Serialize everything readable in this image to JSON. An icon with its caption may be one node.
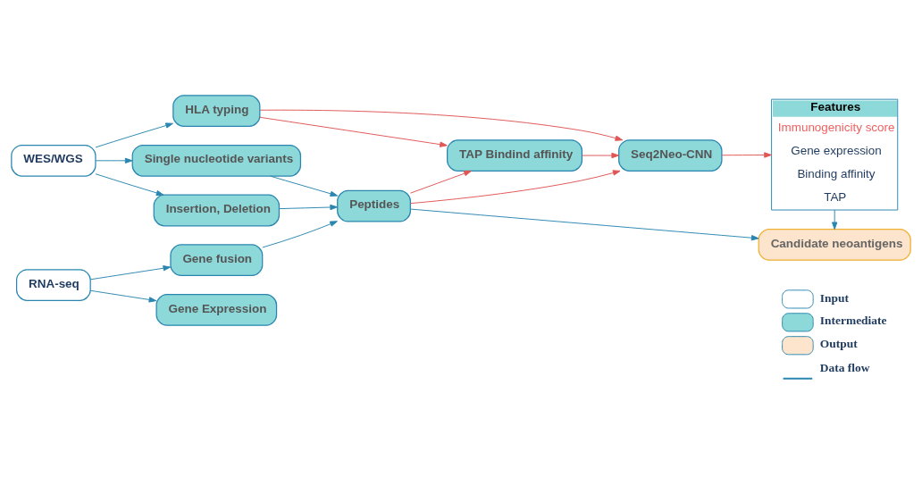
{
  "diagram": {
    "nodes": [
      {
        "text": [
          "WES/WGS"
        ]
      },
      {
        "text": [
          "HLA typing"
        ]
      },
      {
        "text": [
          "Single nucleotide variants"
        ]
      },
      {
        "text": [
          "Insertion, Deletion"
        ]
      },
      {
        "text": [
          "RNA-seq"
        ]
      },
      {
        "text": [
          "Gene fusion"
        ]
      },
      {
        "text": [
          "Gene Expression"
        ]
      },
      {
        "text": [
          "TAP Bindind affinity"
        ]
      },
      {
        "text": [
          "Peptides"
        ]
      },
      {
        "text": [
          "Seq2Neo-CNN"
        ]
      },
      {
        "text": [
          "Features",
          "Immunogenicity score",
          "Gene expression",
          "Binding affinity",
          "TAP"
        ]
      },
      {
        "text": [
          "Candidate neoantigens"
        ]
      }
    ],
    "edges": [
      {
        "from": 0,
        "to": 1,
        "arrow": "to"
      },
      {
        "from": 0,
        "to": 2,
        "arrow": "to"
      },
      {
        "from": 0,
        "to": 3,
        "arrow": "to"
      },
      {
        "from": 4,
        "to": 5,
        "arrow": "to"
      },
      {
        "from": 4,
        "to": 6,
        "arrow": "to"
      },
      {
        "from": 2,
        "to": 8,
        "arrow": "to"
      },
      {
        "from": 3,
        "to": 8,
        "arrow": "to"
      },
      {
        "from": 5,
        "to": 8,
        "arrow": "to"
      },
      {
        "from": 1,
        "to": 9,
        "arrow": "to",
        "color": "#e05555"
      },
      {
        "from": 1,
        "to": 7,
        "arrow": "to",
        "color": "#e05555"
      },
      {
        "from": 8,
        "to": 7,
        "arrow": "to",
        "color": "#e05555"
      },
      {
        "from": 7,
        "to": 9,
        "arrow": "to",
        "color": "#e05555"
      },
      {
        "from": 8,
        "to": 9,
        "arrow": "to",
        "color": "#e05555"
      },
      {
        "from": 9,
        "to": 10,
        "arrow": "to",
        "color": "#e05555"
      },
      {
        "from": 8,
        "to": 11,
        "arrow": "to"
      },
      {
        "from": 10,
        "to": 11,
        "arrow": "to"
      }
    ],
    "legend": [
      {
        "text": "Input",
        "color": "#ffffff"
      },
      {
        "text": "Intermediate",
        "color": "#8dd8d8"
      },
      {
        "text": "Output",
        "color": "#fde4cc"
      },
      {
        "text": "Data flow"
      }
    ]
  }
}
